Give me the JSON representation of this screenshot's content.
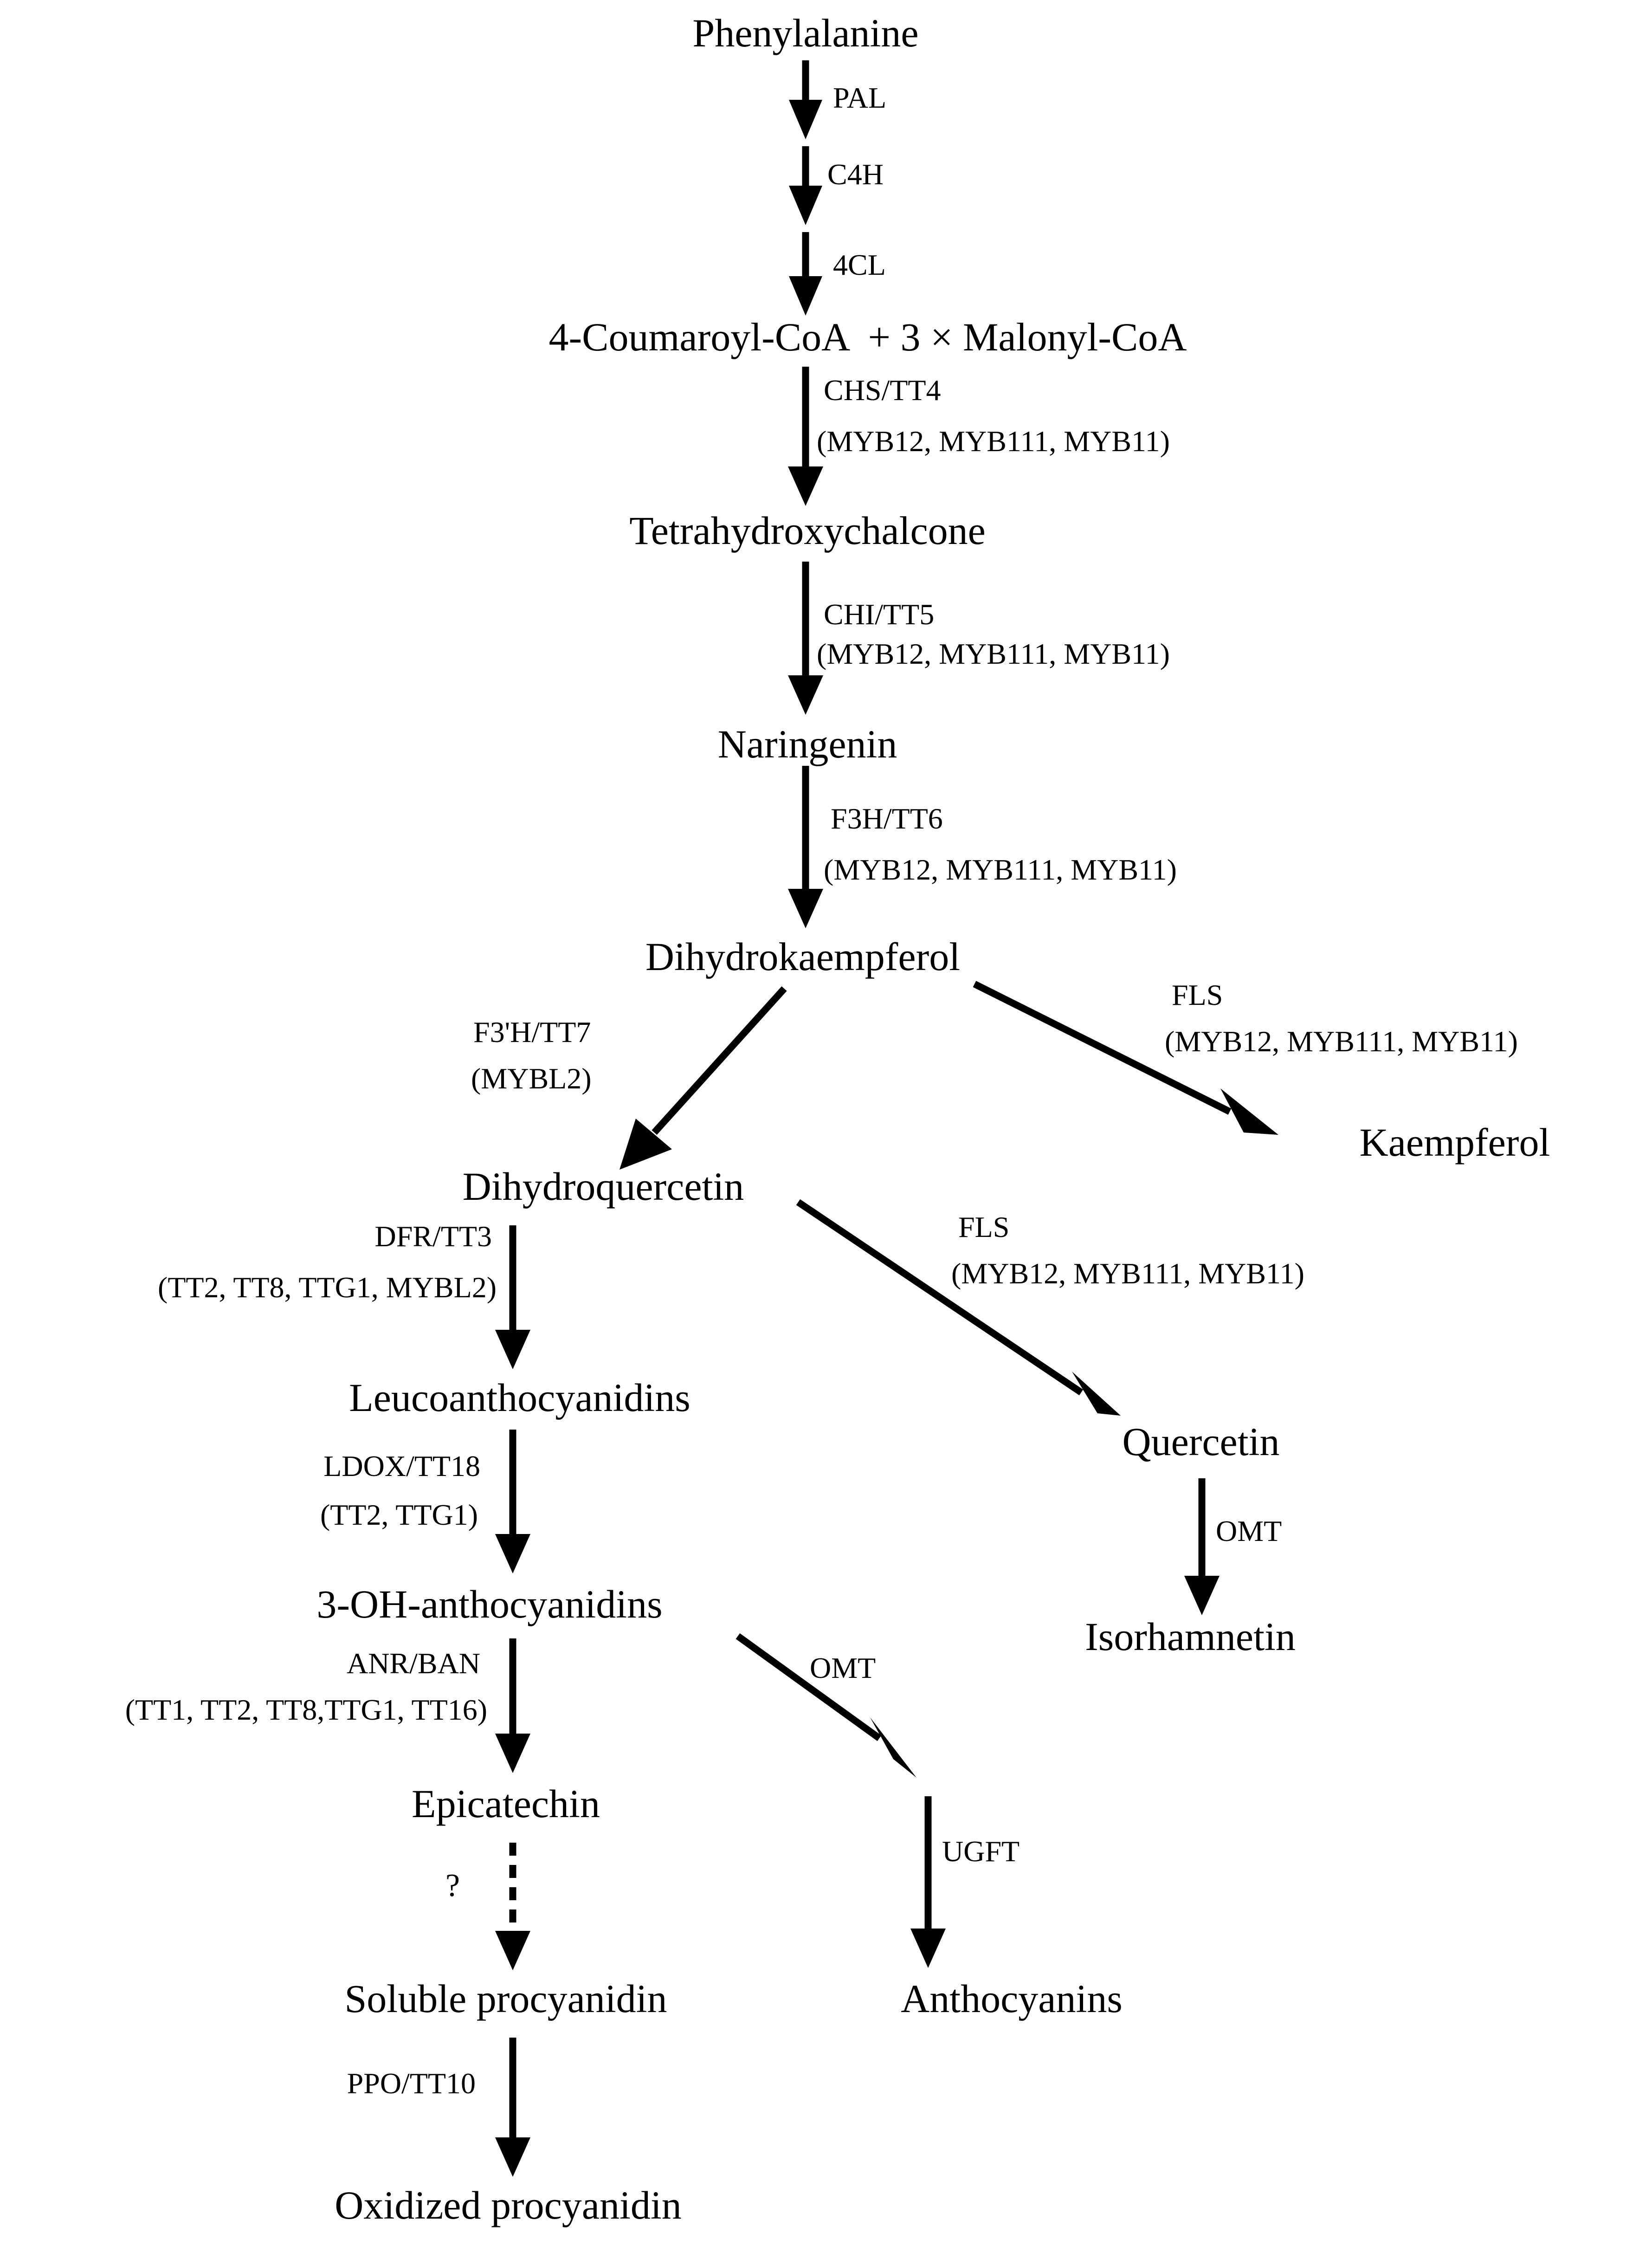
{
  "nodes": {
    "phenylalanine": "Phenylalanine",
    "coumaroyl": "4-Coumaroyl-CoA  + 3 × Malonyl-CoA",
    "tetrahydroxychalcone": "Tetrahydroxychalcone",
    "naringenin": "Naringenin",
    "dihydrokaempferol": "Dihydrokaempferol",
    "kaempferol": "Kaempferol",
    "dihydroquercetin": "Dihydroquercetin",
    "quercetin": "Quercetin",
    "isorhamnetin": "Isorhamnetin",
    "leucoanthocyanidins": "Leucoanthocyanidins",
    "oh_anthocyanidins": "3-OH-anthocyanidins",
    "epicatechin": "Epicatechin",
    "anthocyanins": "Anthocyanins",
    "soluble_procyanidin": "Soluble procyanidin",
    "oxidized_procyanidin": "Oxidized procyanidin"
  },
  "labels": {
    "pal": "PAL",
    "c4h": "C4H",
    "cl4": "4CL",
    "chs": [
      "CHS/TT4",
      "(MYB12, MYB111, MYB11)"
    ],
    "chi": [
      "CHI/TT5",
      "(MYB12, MYB111, MYB11)"
    ],
    "f3h": [
      "F3H/TT6",
      "(MYB12, MYB111, MYB11)"
    ],
    "f3ph": [
      "F3'H/TT7",
      "(MYBL2)"
    ],
    "fls_kaempferol": [
      "FLS",
      "(MYB12, MYB111, MYB11)"
    ],
    "fls_quercetin": [
      "FLS",
      "(MYB12, MYB111, MYB11)"
    ],
    "dfr": [
      "DFR/TT3",
      "(TT2, TT8, TTG1, MYBL2)"
    ],
    "omt_isorhamnetin": "OMT",
    "ldox": [
      "LDOX/TT18",
      "(TT2, TTG1)"
    ],
    "anr": [
      "ANR/BAN",
      "(TT1, TT2, TT8,TTG1, TT16)"
    ],
    "omt_anthocyanin": "OMT",
    "ugft": "UGFT",
    "unknown": "?",
    "ppo": "PPO/TT10"
  }
}
